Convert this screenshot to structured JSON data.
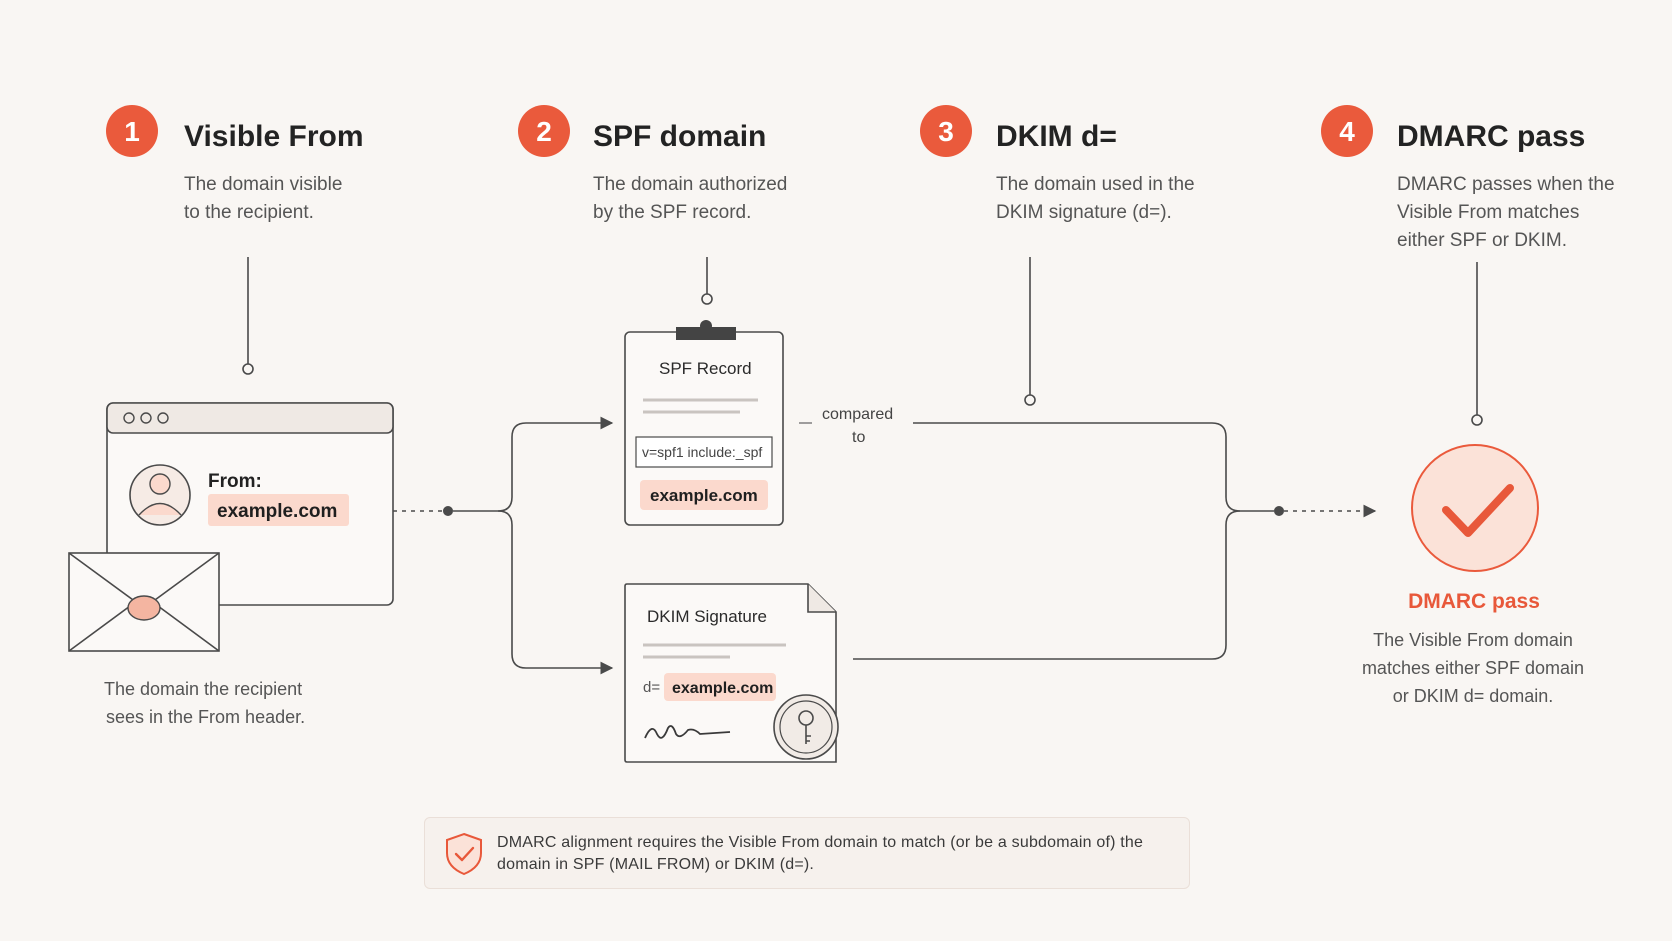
{
  "steps": [
    {
      "number": "1",
      "title": "Visible From",
      "desc_line1": "The domain visible",
      "desc_line2": "to the recipient.",
      "desc_line3": ""
    },
    {
      "number": "2",
      "title": "SPF domain",
      "desc_line1": "The domain authorized",
      "desc_line2": "by the SPF record.",
      "desc_line3": ""
    },
    {
      "number": "3",
      "title": "DKIM d=",
      "desc_line1": "The domain used in the",
      "desc_line2": "DKIM signature (d=).",
      "desc_line3": ""
    },
    {
      "number": "4",
      "title": "DMARC pass",
      "desc_line1": "DMARC passes when the",
      "desc_line2": "Visible From matches",
      "desc_line3": "either SPF or DKIM."
    }
  ],
  "email": {
    "from_label": "From:",
    "from_domain": "example.com",
    "caption_line1": "The domain the recipient",
    "caption_line2": "sees in the From header."
  },
  "spf": {
    "title": "SPF Record",
    "record": "v=spf1 include:_spf",
    "domain": "example.com",
    "compared_line1": "compared",
    "compared_line2": "to"
  },
  "dkim": {
    "title": "DKIM Signature",
    "d_label": "d=",
    "domain": "example.com"
  },
  "result": {
    "title": "DMARC pass",
    "line1": "The Visible From domain",
    "line2": "matches either SPF domain",
    "line3": "or DKIM d= domain."
  },
  "note": {
    "text": "DMARC alignment requires the Visible From domain to match (or be a subdomain of) the domain in SPF (MAIL FROM) or DKIM (d=)."
  },
  "colors": {
    "accent": "#ea5a3c",
    "highlight": "#fbd9cd",
    "background": "#f9f6f3"
  }
}
